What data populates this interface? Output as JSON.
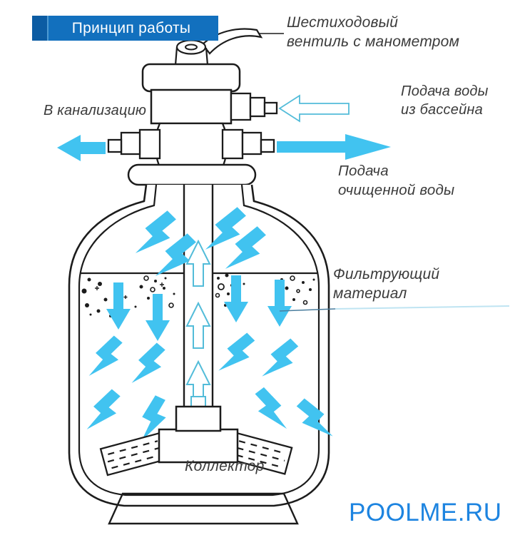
{
  "banner": {
    "label": "Принцип работы"
  },
  "annotations": {
    "valve": "Шестиходовый\nвентиль с манометром",
    "drain": "В канализацию",
    "inlet": "Подача воды\nиз бассейна",
    "outlet": "Подача\nочищенной воды",
    "media": "Фильтрующий\nматериал",
    "collector": "Коллектор"
  },
  "watermark": "POOLME.RU",
  "colors": {
    "banner_blue": "#1270be",
    "banner_dark": "#0c5ca3",
    "accent_cyan": "#41c3f0",
    "outline_stroke": "#53bcd9",
    "label": "#3b3b3b",
    "line": "#1c1c1c",
    "watermark_blue": "#1d84e0",
    "leader_dark": "#4a7d9e",
    "leader_light": "#bfe4f2"
  }
}
